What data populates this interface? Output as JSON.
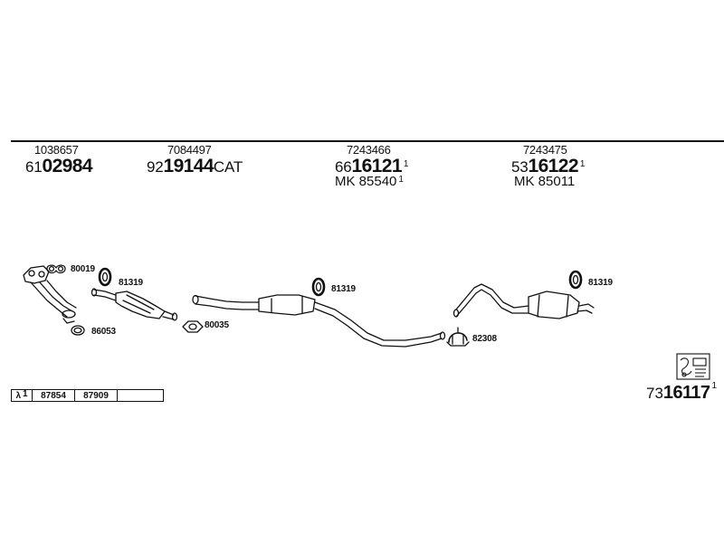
{
  "parts": [
    {
      "code": "1038657",
      "prefix": "61",
      "number": "02984",
      "suffix": "",
      "sup": ""
    },
    {
      "code": "7084497",
      "prefix": "92",
      "number": "19144",
      "suffix": "CAT",
      "sup": ""
    },
    {
      "code": "7243466",
      "prefix": "66",
      "number": "16121",
      "suffix": "",
      "sup": "1",
      "mk": "MK 85540",
      "mk_sup": "1"
    },
    {
      "code": "7243475",
      "prefix": "53",
      "number": "16122",
      "suffix": "",
      "sup": "1",
      "mk": "MK 85011",
      "mk_sup": ""
    }
  ],
  "callouts": {
    "c80019": "80019",
    "c81319a": "81319",
    "c86053": "86053",
    "c80035": "80035",
    "c81319b": "81319",
    "c82308": "82308",
    "c81319c": "81319"
  },
  "legend": {
    "symbol": "λ",
    "symbol_sup": "1",
    "cells": [
      "87854",
      "87909",
      ""
    ]
  },
  "corner": {
    "prefix": "73",
    "number": "16117",
    "sup": "1"
  }
}
